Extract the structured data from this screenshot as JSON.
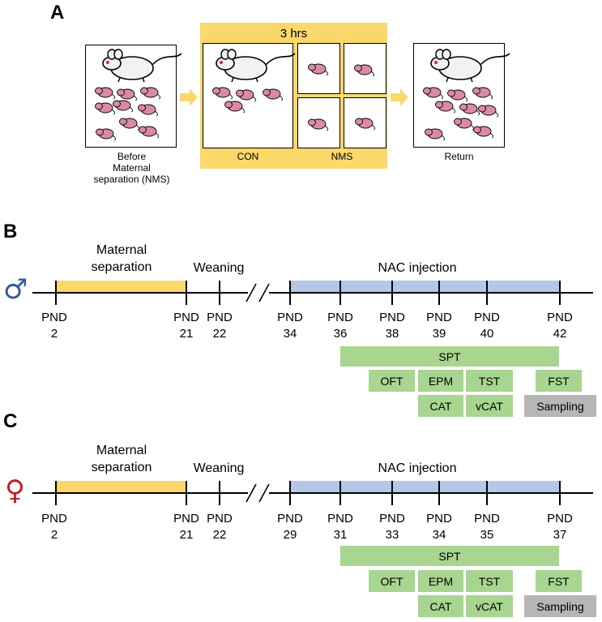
{
  "panel_a": {
    "label": "A",
    "band_title": "3 hrs",
    "before_caption": [
      "Before",
      "Maternal",
      "separation (NMS)"
    ],
    "con_caption": "CON",
    "nms_caption": "NMS",
    "return_caption": "Return"
  },
  "timeline_labels": {
    "maternal": [
      "Maternal",
      "separation"
    ],
    "weaning": "Weaning",
    "nac": "NAC injection"
  },
  "panel_b": {
    "label": "B",
    "symbol": "♂",
    "ticks": [
      {
        "top": "PND",
        "bottom": "2"
      },
      {
        "top": "PND",
        "bottom": "21"
      },
      {
        "top": "PND",
        "bottom": "22"
      },
      {
        "top": "PND",
        "bottom": "34"
      },
      {
        "top": "PND",
        "bottom": "36"
      },
      {
        "top": "PND",
        "bottom": "38"
      },
      {
        "top": "PND",
        "bottom": "39"
      },
      {
        "top": "PND",
        "bottom": "40"
      },
      {
        "top": "PND",
        "bottom": "42"
      }
    ]
  },
  "panel_c": {
    "label": "C",
    "symbol": "♀",
    "ticks": [
      {
        "top": "PND",
        "bottom": "2"
      },
      {
        "top": "PND",
        "bottom": "21"
      },
      {
        "top": "PND",
        "bottom": "22"
      },
      {
        "top": "PND",
        "bottom": "29"
      },
      {
        "top": "PND",
        "bottom": "31"
      },
      {
        "top": "PND",
        "bottom": "33"
      },
      {
        "top": "PND",
        "bottom": "34"
      },
      {
        "top": "PND",
        "bottom": "35"
      },
      {
        "top": "PND",
        "bottom": "37"
      }
    ]
  },
  "tests": {
    "spt": "SPT",
    "oft": "OFT",
    "epm": "EPM",
    "tst": "TST",
    "fst": "FST",
    "cat": "CAT",
    "vcat": "vCAT",
    "sampling": "Sampling"
  },
  "colors": {
    "maternal": "#fbd86a",
    "nac": "#b4c7e7",
    "test": "#a8d590",
    "sampling": "#b7b5b5",
    "male": "#3a5a98",
    "female": "#c0202a",
    "pup": "#d98aa6"
  }
}
